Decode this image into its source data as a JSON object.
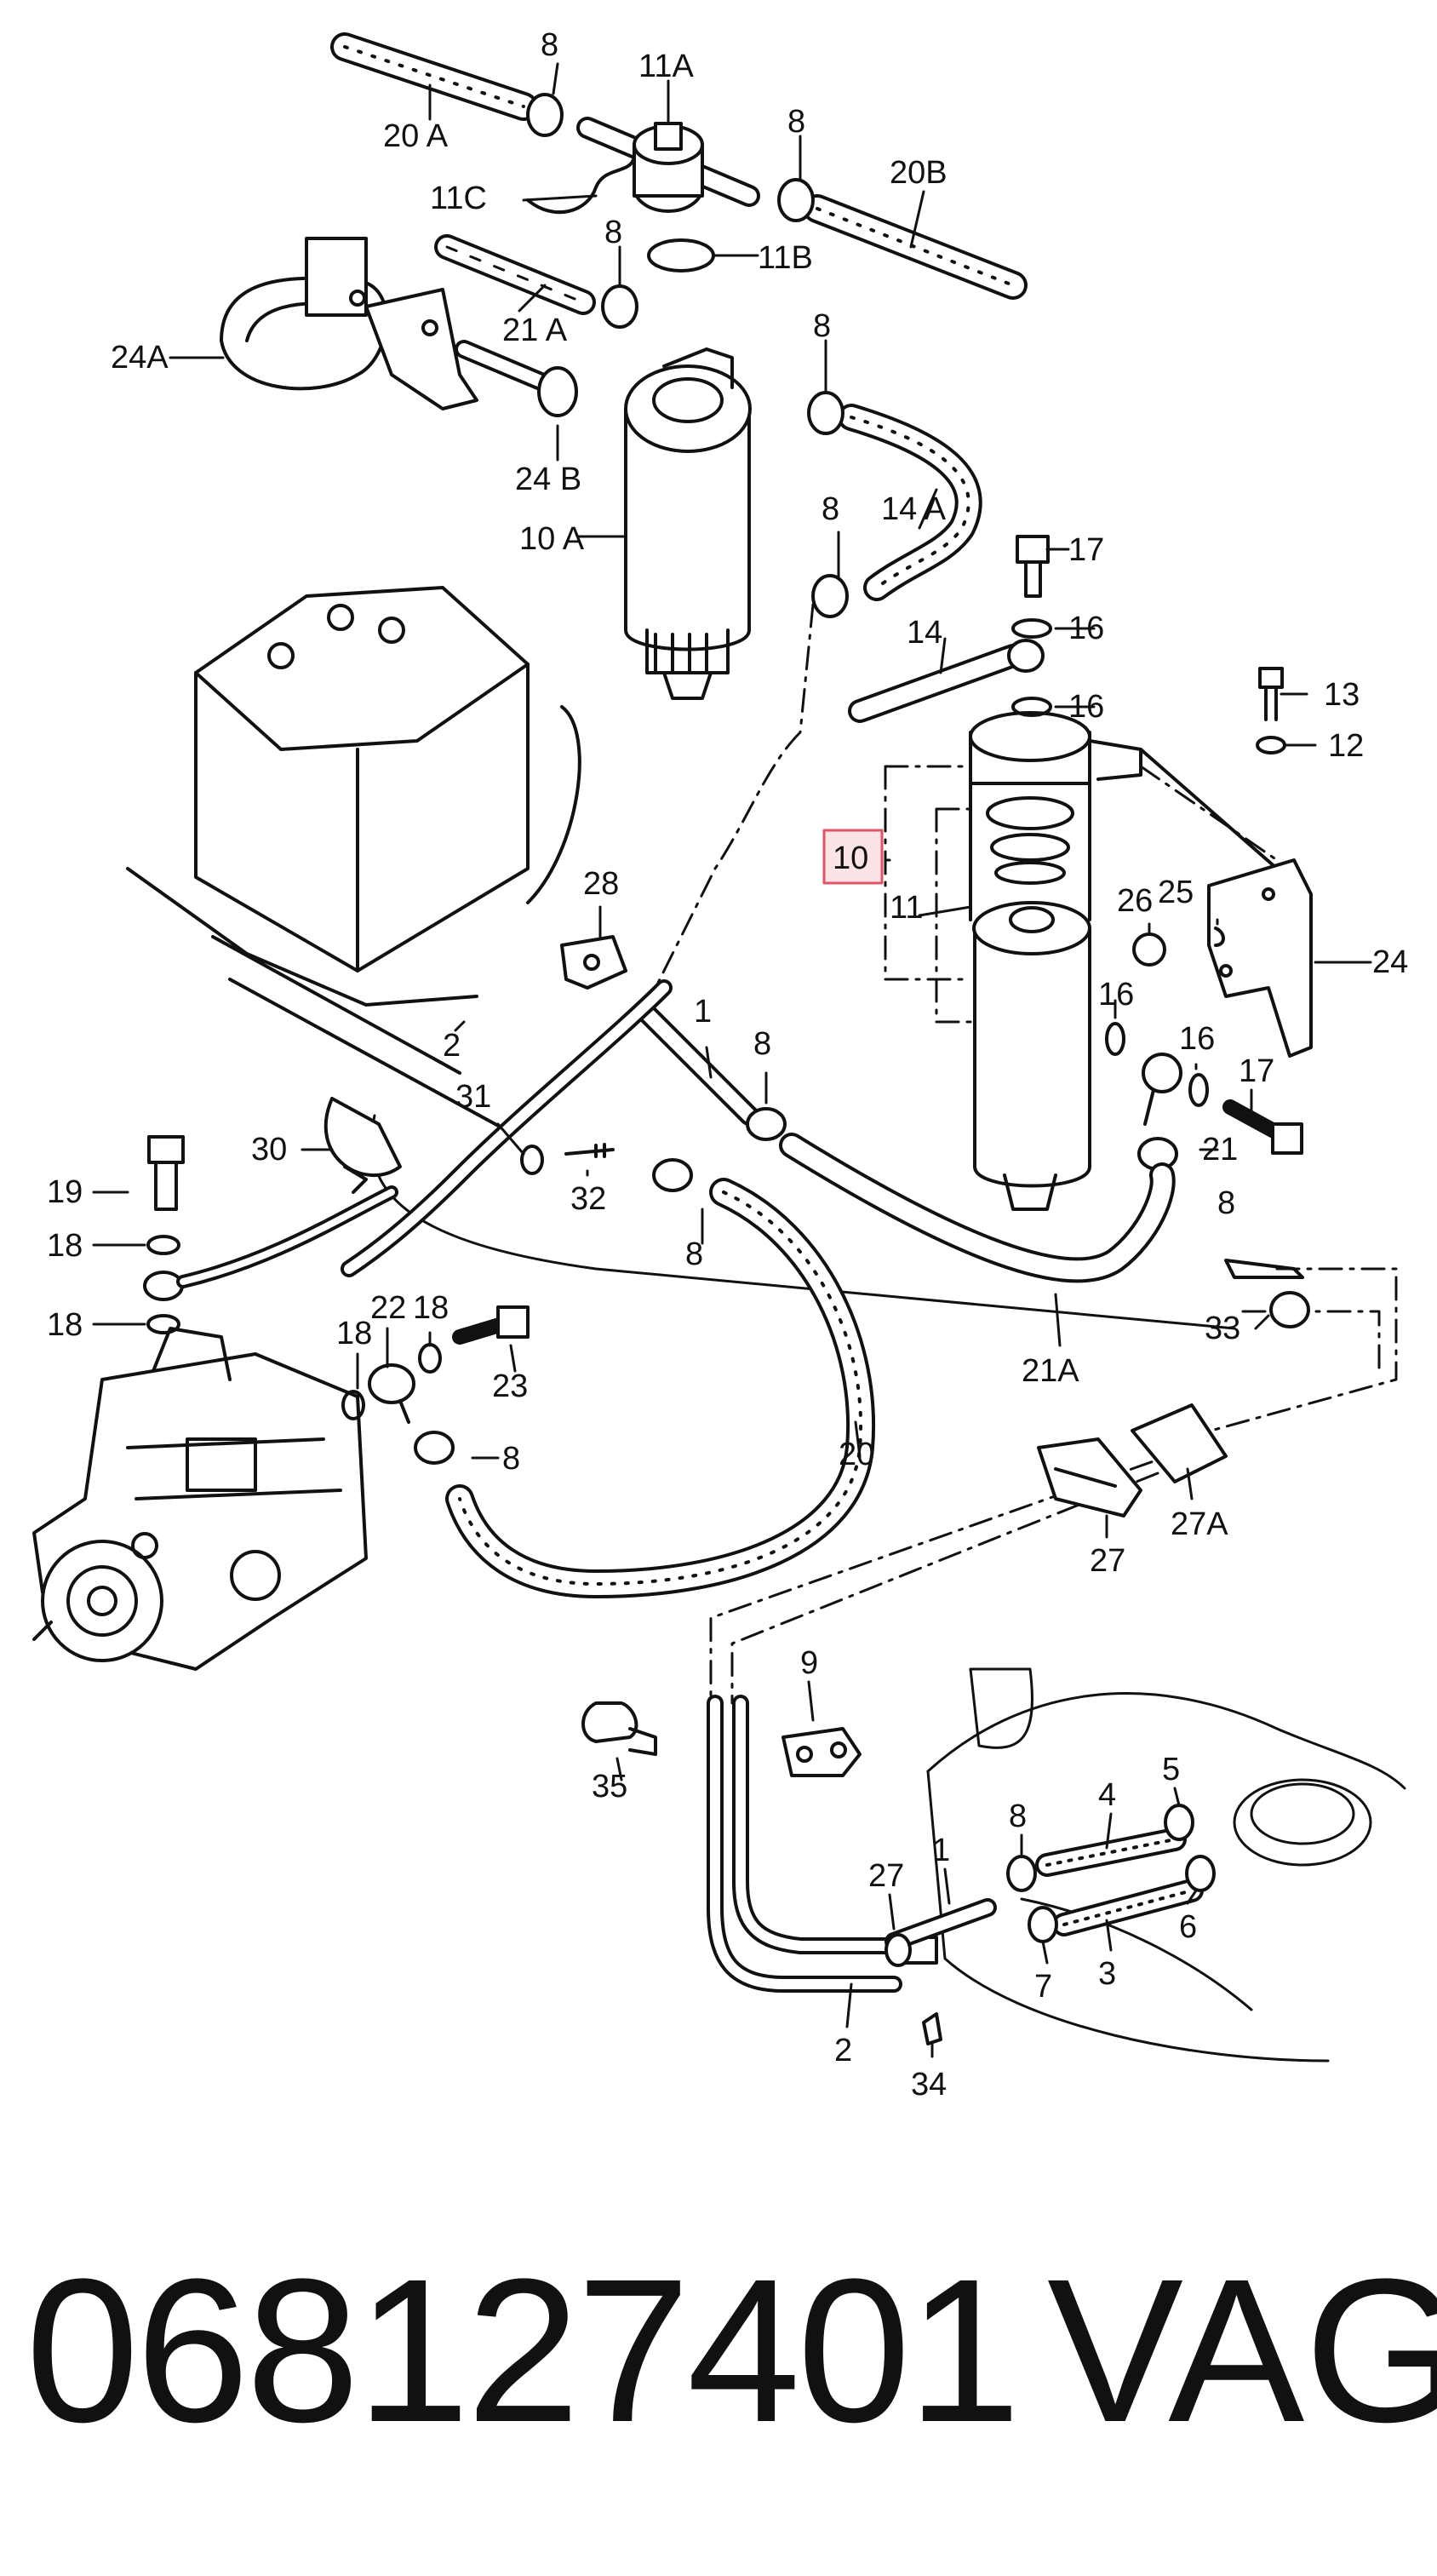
{
  "callouts": {
    "c8a": "8",
    "c11a": "11A",
    "c20a": "20 A",
    "c8b": "8",
    "c20b": "20B",
    "c11c": "11C",
    "c8c": "8",
    "c11b": "11B",
    "c21a_top": "21 A",
    "c24a": "24A",
    "c8d": "8",
    "c24b": "24 B",
    "c10a": "10 A",
    "c8e": "8",
    "c14a": "14 A",
    "c17a": "17",
    "c16a": "16",
    "c14": "14",
    "c16b": "16",
    "c13": "13",
    "c12": "12",
    "c10": "10",
    "c11": "11",
    "c26": "26",
    "c25": "25",
    "c24": "24",
    "c28": "28",
    "c16c": "16",
    "c1a": "1",
    "c8f": "8",
    "c16d": "16",
    "c2a": "2",
    "c31": "31",
    "c17b": "17",
    "c30": "30",
    "c21": "21",
    "c32": "32",
    "c8g": "8",
    "c19": "19",
    "c8h": "8",
    "c18a": "18",
    "c33": "33",
    "c21a_mid": "21A",
    "c18b": "18",
    "c22": "22",
    "c18c": "18",
    "c18d": "18",
    "c23": "23",
    "c8i": "8",
    "c20": "20",
    "c27a": "27A",
    "c27b": "27",
    "c9": "9",
    "c35": "35",
    "c5": "5",
    "c4": "4",
    "c8j": "8",
    "c27c": "27",
    "c1b": "1",
    "c6": "6",
    "c3": "3",
    "c7": "7",
    "c2b": "2",
    "c34": "34"
  },
  "part_number": "068127401",
  "brand": "VAG",
  "highlight_color": "#e05566"
}
